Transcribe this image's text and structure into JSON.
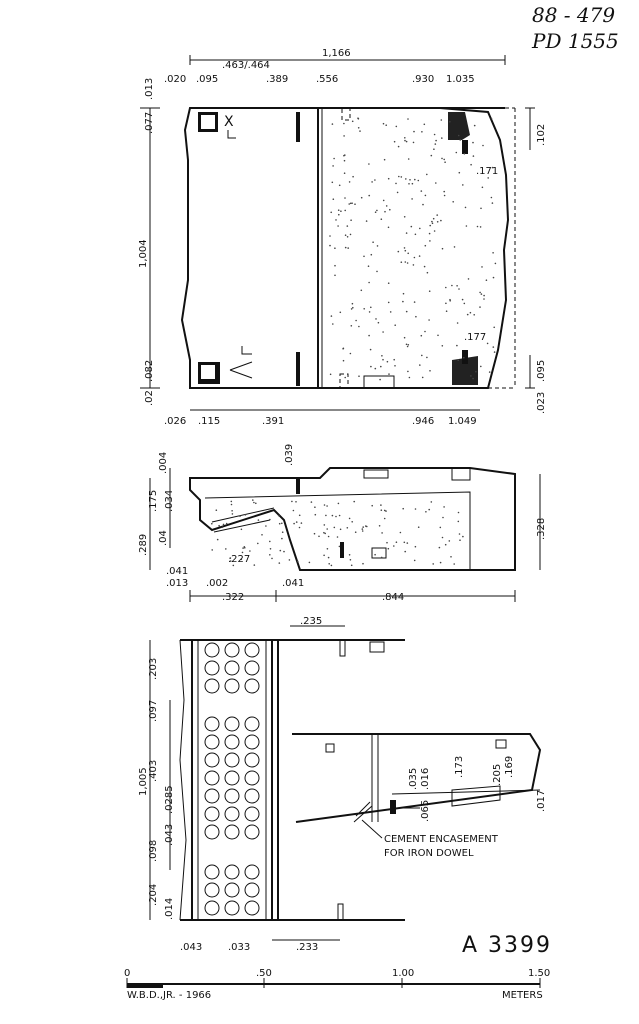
{
  "header": {
    "line1": "88 - 479",
    "line2": "PD 1555"
  },
  "drawing_number": "A 3399",
  "credit": "W.B.D.,JR. - 1966",
  "scale": {
    "labels": [
      "0",
      ".50",
      "1.00",
      "1.50"
    ],
    "unit": "METERS"
  },
  "notes": {
    "encasement_line1": "CEMENT ENCASEMENT",
    "encasement_line2": "FOR IRON DOWEL"
  },
  "plan_dims": {
    "d1166": "1,166",
    "d463": ".463/.464",
    "d020": ".020",
    "d095": ".095",
    "d389": ".389",
    "d556": ".556",
    "d930": ".930",
    "d1035": "1.035",
    "d013": ".013",
    "d077": ".077",
    "d102": ".102",
    "d171": ".171",
    "d1004": "1,004",
    "d177": ".177",
    "d082": ".082",
    "d02": ".02",
    "d095r": ".095",
    "d023": ".023",
    "d026": ".026",
    "d115": ".115",
    "d391": ".391",
    "d946": ".946",
    "d1049": "1.049"
  },
  "section_dims": {
    "d039": ".039",
    "d004": ".004",
    "d175": ".175",
    "d034": ".034",
    "d289": ".289",
    "d04": ".04",
    "d328": ".328",
    "d227": ".227",
    "d041a": ".041",
    "d013": ".013",
    "d002": ".002",
    "d041b": ".041",
    "d322": ".322",
    "d844": ".844"
  },
  "elev_dims": {
    "d235": ".235",
    "d203": ".203",
    "d097": ".097",
    "d1005": "1,005",
    "d403": ".403",
    "d0285": ".0285",
    "d098": ".098",
    "d043": ".043",
    "d204": ".204",
    "d014": ".014",
    "d043b": ".043",
    "d033": ".033",
    "d233": ".233",
    "d035": ".035",
    "d016": ".016",
    "d065": ".065",
    "d173": ".173",
    "d205": ".205",
    "d169": ".169",
    "d017": ".017"
  }
}
